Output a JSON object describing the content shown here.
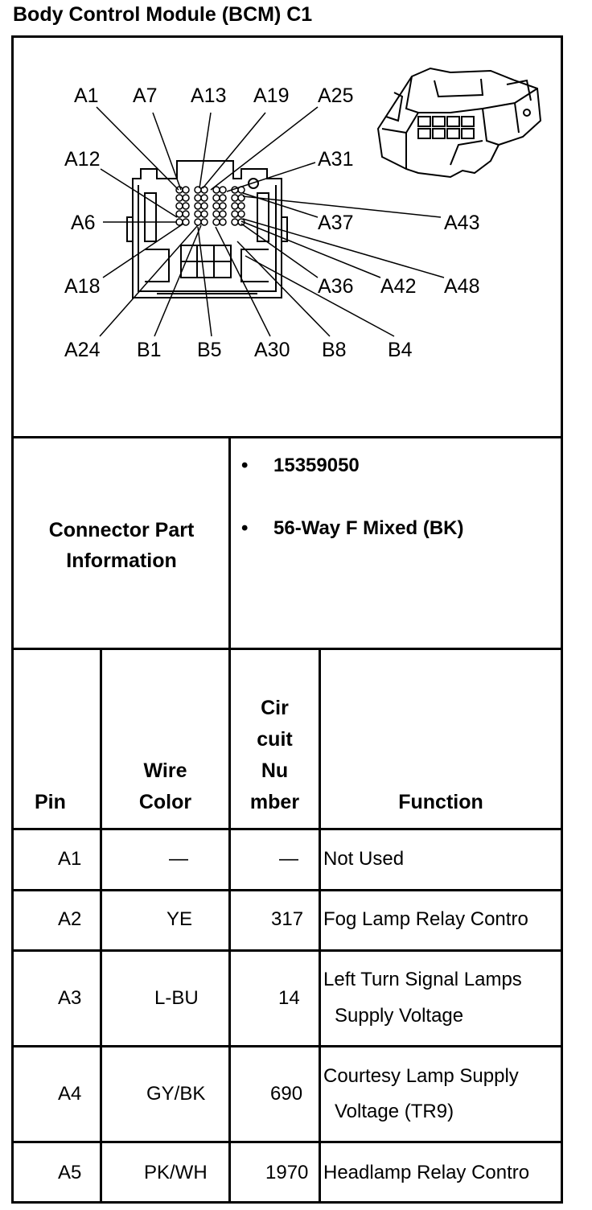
{
  "title": "Body Control Module (BCM) C1",
  "diagram": {
    "pin_labels": [
      "A1",
      "A7",
      "A13",
      "A19",
      "A25",
      "A12",
      "A31",
      "A6",
      "A37",
      "A43",
      "A18",
      "A36",
      "A42",
      "A48",
      "A24",
      "B1",
      "B5",
      "A30",
      "B8",
      "B4"
    ]
  },
  "connector_info": {
    "label_line1": "Connector Part",
    "label_line2": "Information",
    "items": [
      "15359050",
      "56-Way F Mixed (BK)"
    ],
    "bullet": "•"
  },
  "table": {
    "headers": {
      "pin": "Pin",
      "wire_color_1": "Wire",
      "wire_color_2": "Color",
      "circuit_1": "Cir",
      "circuit_2": "cuit",
      "circuit_3": "Nu",
      "circuit_4": "mber",
      "function": "Function"
    },
    "rows": [
      {
        "pin": "A1",
        "wire": "—",
        "circuit": "—",
        "function_1": "Not Used",
        "function_2": ""
      },
      {
        "pin": "A2",
        "wire": "YE",
        "circuit": "317",
        "function_1": "Fog Lamp Relay Contro",
        "function_2": ""
      },
      {
        "pin": "A3",
        "wire": "L-BU",
        "circuit": "14",
        "function_1": "Left Turn Signal Lamps",
        "function_2": "Supply Voltage"
      },
      {
        "pin": "A4",
        "wire": "GY/BK",
        "circuit": "690",
        "function_1": "Courtesy Lamp Supply",
        "function_2": "Voltage (TR9)"
      },
      {
        "pin": "A5",
        "wire": "PK/WH",
        "circuit": "1970",
        "function_1": "Headlamp Relay Contro",
        "function_2": ""
      }
    ]
  }
}
